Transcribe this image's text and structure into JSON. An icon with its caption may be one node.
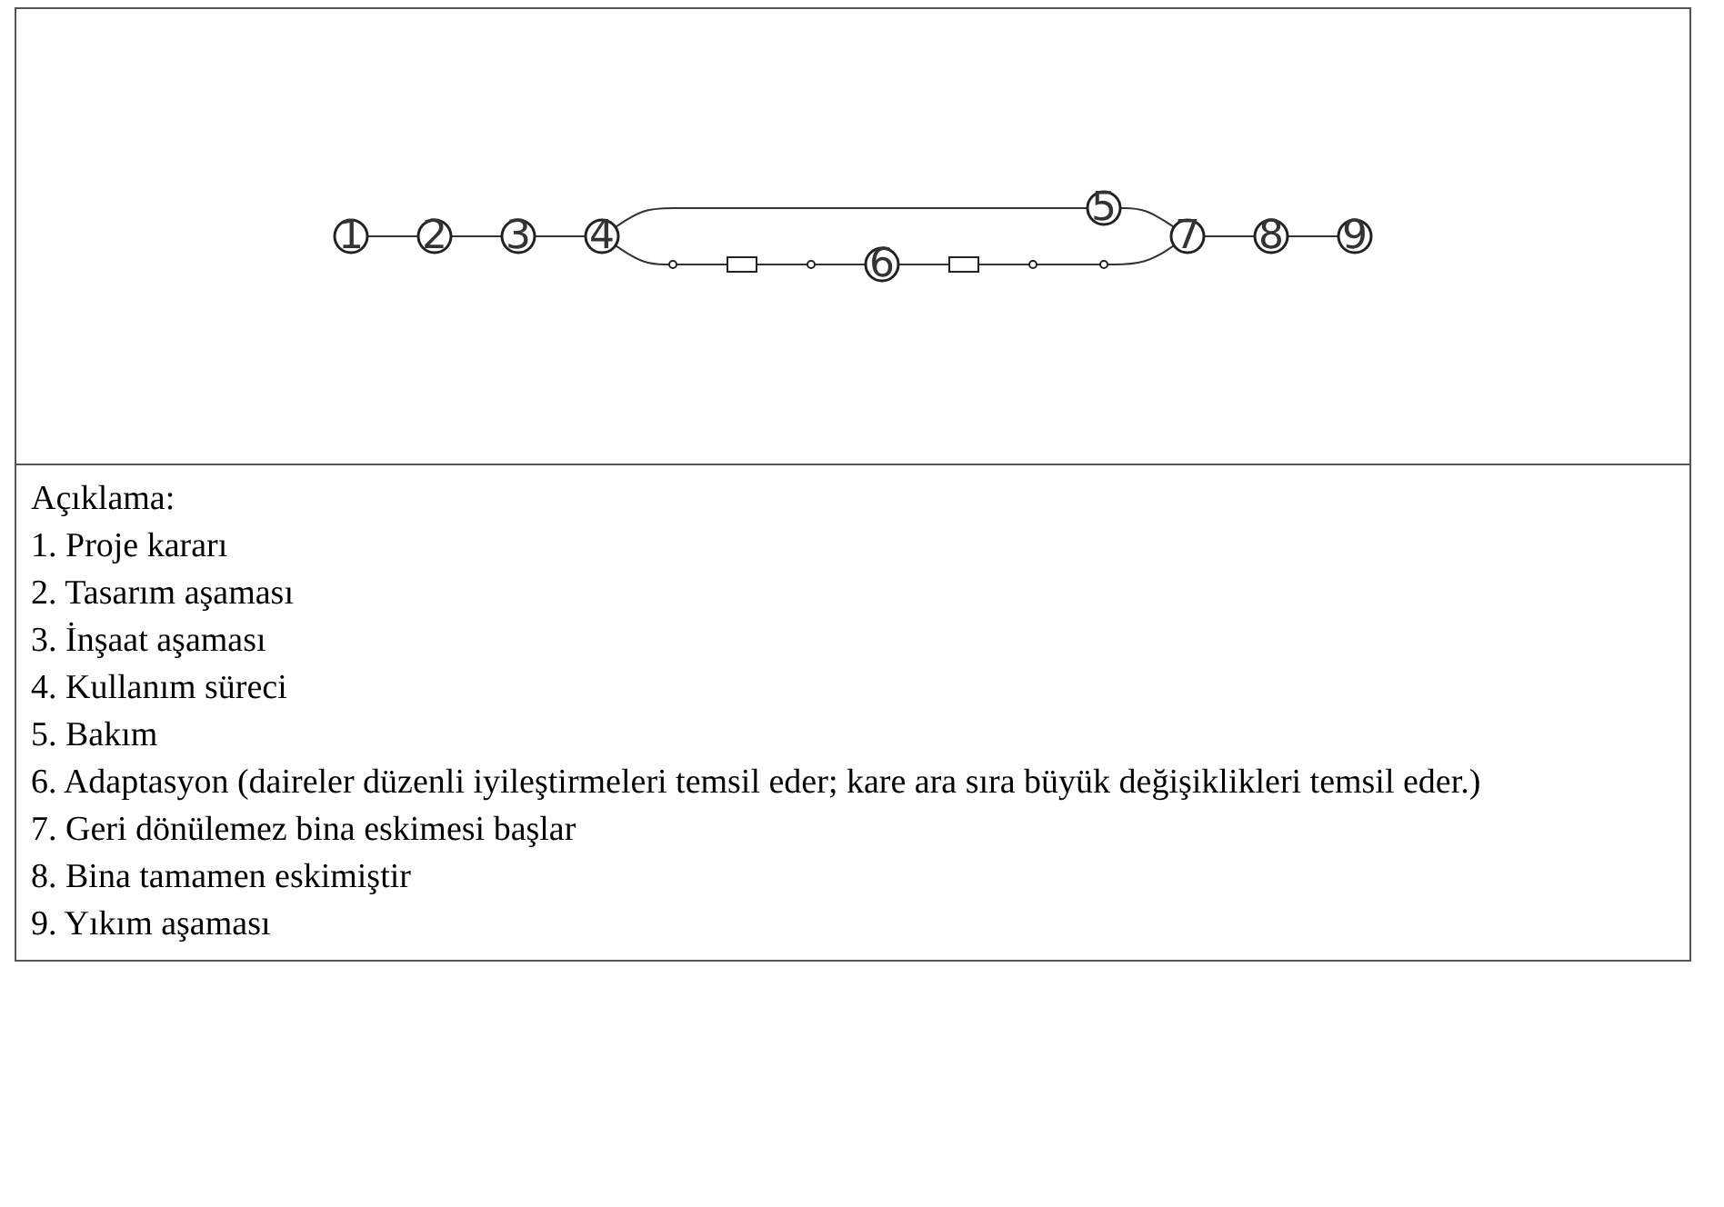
{
  "diagram": {
    "nodes": [
      {
        "text": [
          "1"
        ]
      },
      {
        "text": [
          "2"
        ]
      },
      {
        "text": [
          "3"
        ]
      },
      {
        "text": [
          "4"
        ]
      },
      {
        "text": [
          "5"
        ]
      },
      {
        "text": [
          "6"
        ]
      },
      {
        "text": [
          "7"
        ]
      },
      {
        "text": [
          "8"
        ]
      },
      {
        "text": [
          "9"
        ]
      },
      {
        "text": [],
        "shape": "circle"
      },
      {
        "text": [],
        "shape": "box"
      },
      {
        "text": [],
        "shape": "circle"
      },
      {
        "text": [],
        "shape": "box"
      },
      {
        "text": [],
        "shape": "circle"
      },
      {
        "text": [],
        "shape": "circle"
      }
    ],
    "edges": [
      {
        "from": 0,
        "to": 1,
        "arrow": "none"
      },
      {
        "from": 1,
        "to": 2,
        "arrow": "none"
      },
      {
        "from": 2,
        "to": 3,
        "arrow": "none"
      },
      {
        "from": 3,
        "to": 4,
        "arrow": "none"
      },
      {
        "from": 4,
        "to": 6,
        "arrow": "none"
      },
      {
        "from": 3,
        "to": 9,
        "arrow": "none"
      },
      {
        "from": 9,
        "to": 10,
        "arrow": "none"
      },
      {
        "from": 10,
        "to": 11,
        "arrow": "none"
      },
      {
        "from": 11,
        "to": 5,
        "arrow": "none"
      },
      {
        "from": 5,
        "to": 12,
        "arrow": "none"
      },
      {
        "from": 12,
        "to": 13,
        "arrow": "none"
      },
      {
        "from": 13,
        "to": 14,
        "arrow": "none"
      },
      {
        "from": 14,
        "to": 6,
        "arrow": "none"
      },
      {
        "from": 6,
        "to": 7,
        "arrow": "none"
      },
      {
        "from": 7,
        "to": 8,
        "arrow": "none"
      }
    ],
    "labels": [
      "Açıklama:",
      "1. Proje kararı",
      "2. Tasarım aşaması",
      "3. İnşaat aşaması",
      "4. Kullanım süreci",
      "5. Bakım",
      "6. Adaptasyon (daireler düzenli iyileştirmeleri temsil eder; kare ara sıra büyük değişiklikleri temsil eder.)",
      "7. Geri dönülemez bina eskimesi başlar",
      "8. Bina tamamen eskimiştir",
      "9. Yıkım aşaması"
    ]
  }
}
